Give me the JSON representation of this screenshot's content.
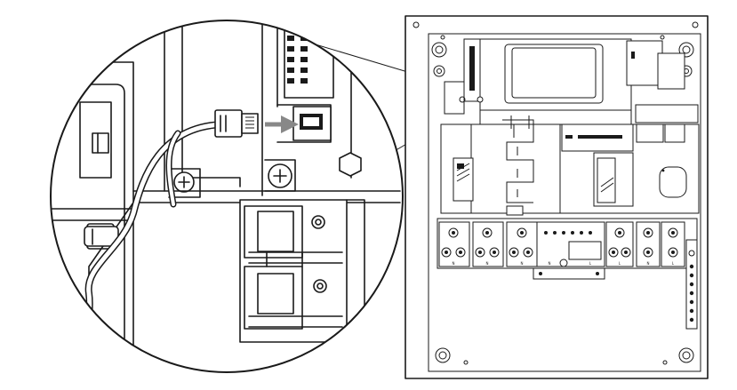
{
  "diagram": {
    "terminal_labels": [
      "N",
      "N",
      "N",
      "N",
      "L",
      "N",
      "L",
      "L"
    ]
  }
}
